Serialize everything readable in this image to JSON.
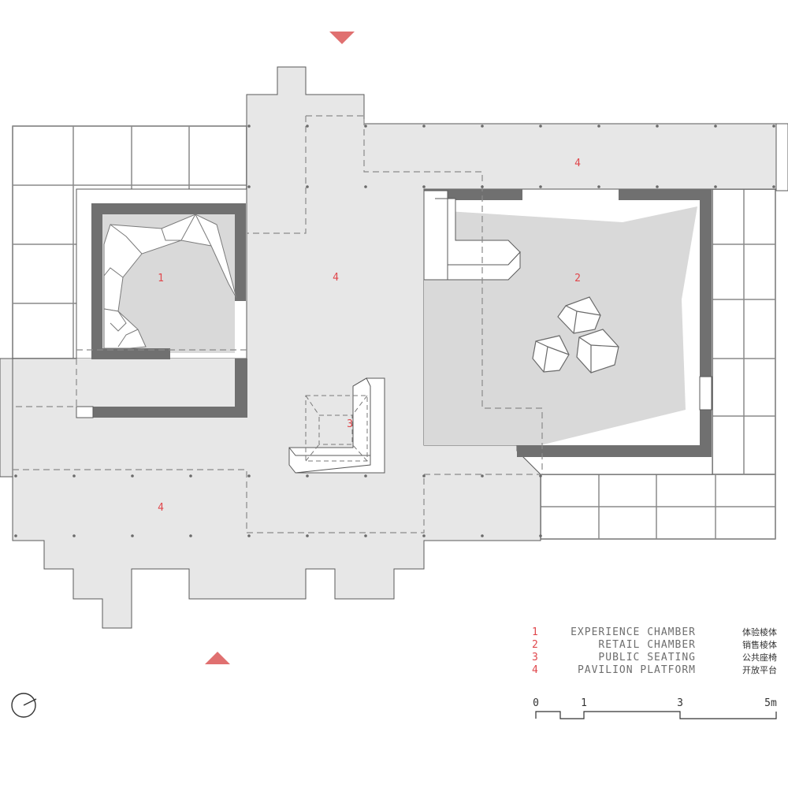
{
  "colors": {
    "platform": "#e7e7e7",
    "chamber_floor": "#d9d9d9",
    "wall": "#707070",
    "line": "#5a5a5a",
    "accent": "#e0474c"
  },
  "zones": {
    "z1": "1",
    "z2": "2",
    "z3": "3",
    "z4a": "4",
    "z4b": "4",
    "z4c": "4"
  },
  "legend": [
    {
      "num": "1",
      "en": "EXPERIENCE CHAMBER",
      "cn": "体验棱体"
    },
    {
      "num": "2",
      "en": "RETAIL CHAMBER",
      "cn": "销售棱体"
    },
    {
      "num": "3",
      "en": "PUBLIC SEATING",
      "cn": "公共座椅"
    },
    {
      "num": "4",
      "en": "PAVILION PLATFORM",
      "cn": "开放平台"
    }
  ],
  "scale": {
    "t0": "0",
    "t1": "1",
    "t3": "3",
    "t5": "5m"
  },
  "icons": {
    "entrance_top": "entrance-triangle-icon",
    "entrance_bottom": "entrance-triangle-icon",
    "north": "north-arrow-icon"
  }
}
